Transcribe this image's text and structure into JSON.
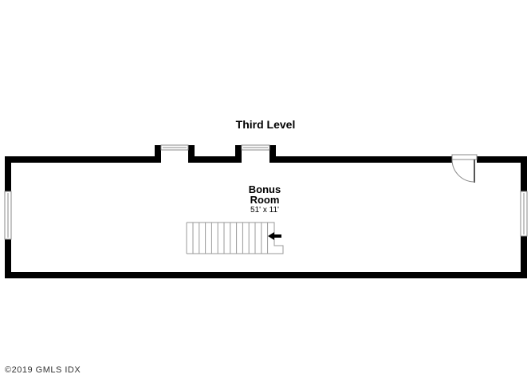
{
  "floor_plan": {
    "level_title": "Third Level",
    "room": {
      "name_line1": "Bonus",
      "name_line2": "Room",
      "dimensions": "51' x 11'"
    },
    "copyright": "©2019 GMLS IDX",
    "icons": {
      "stair_direction": "arrow-left-icon",
      "door": "door-swing-icon",
      "window": "window-icon"
    },
    "colors": {
      "wall": "#000000",
      "background": "#ffffff",
      "fixture": "#888888"
    }
  }
}
